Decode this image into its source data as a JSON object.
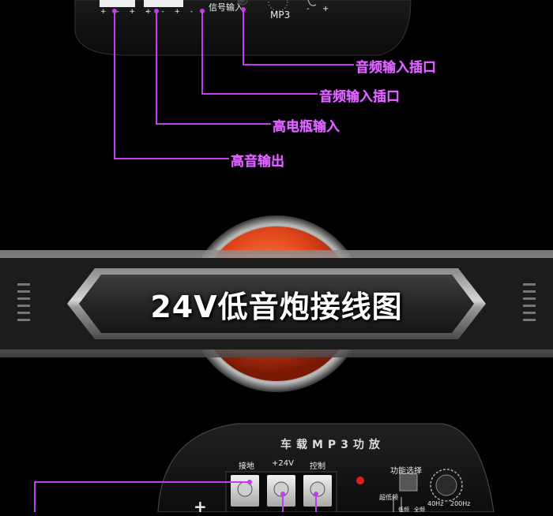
{
  "top_panel": {
    "polarity_signs": [
      "+",
      "-",
      "+",
      "-",
      "+",
      "-",
      "+",
      "-"
    ],
    "signal_input_label": "信号输入",
    "mp3_label": "MP3",
    "volume_signs": [
      "-",
      "+"
    ]
  },
  "callouts": [
    "音频输入插口",
    "音频输入插口",
    "高电瓶输入",
    "高音输出"
  ],
  "banner": {
    "title": "24V低音炮接线图"
  },
  "amp_panel": {
    "title": "车载MP3功放",
    "terminal_labels": [
      "接地",
      "+24V",
      "控制"
    ],
    "function_select_label": "功能选择",
    "super_bass_label": "超低频",
    "bass_label": "低频",
    "full_range_label": "全频",
    "freq_labels": [
      "40Hz",
      "200Hz"
    ],
    "plus_sign": "+"
  },
  "colors": {
    "callout_line": "#c23cf0",
    "callout_text": "#e06cff",
    "indicator_led": "#e21b1b",
    "banner_orb": "#e0441a"
  }
}
